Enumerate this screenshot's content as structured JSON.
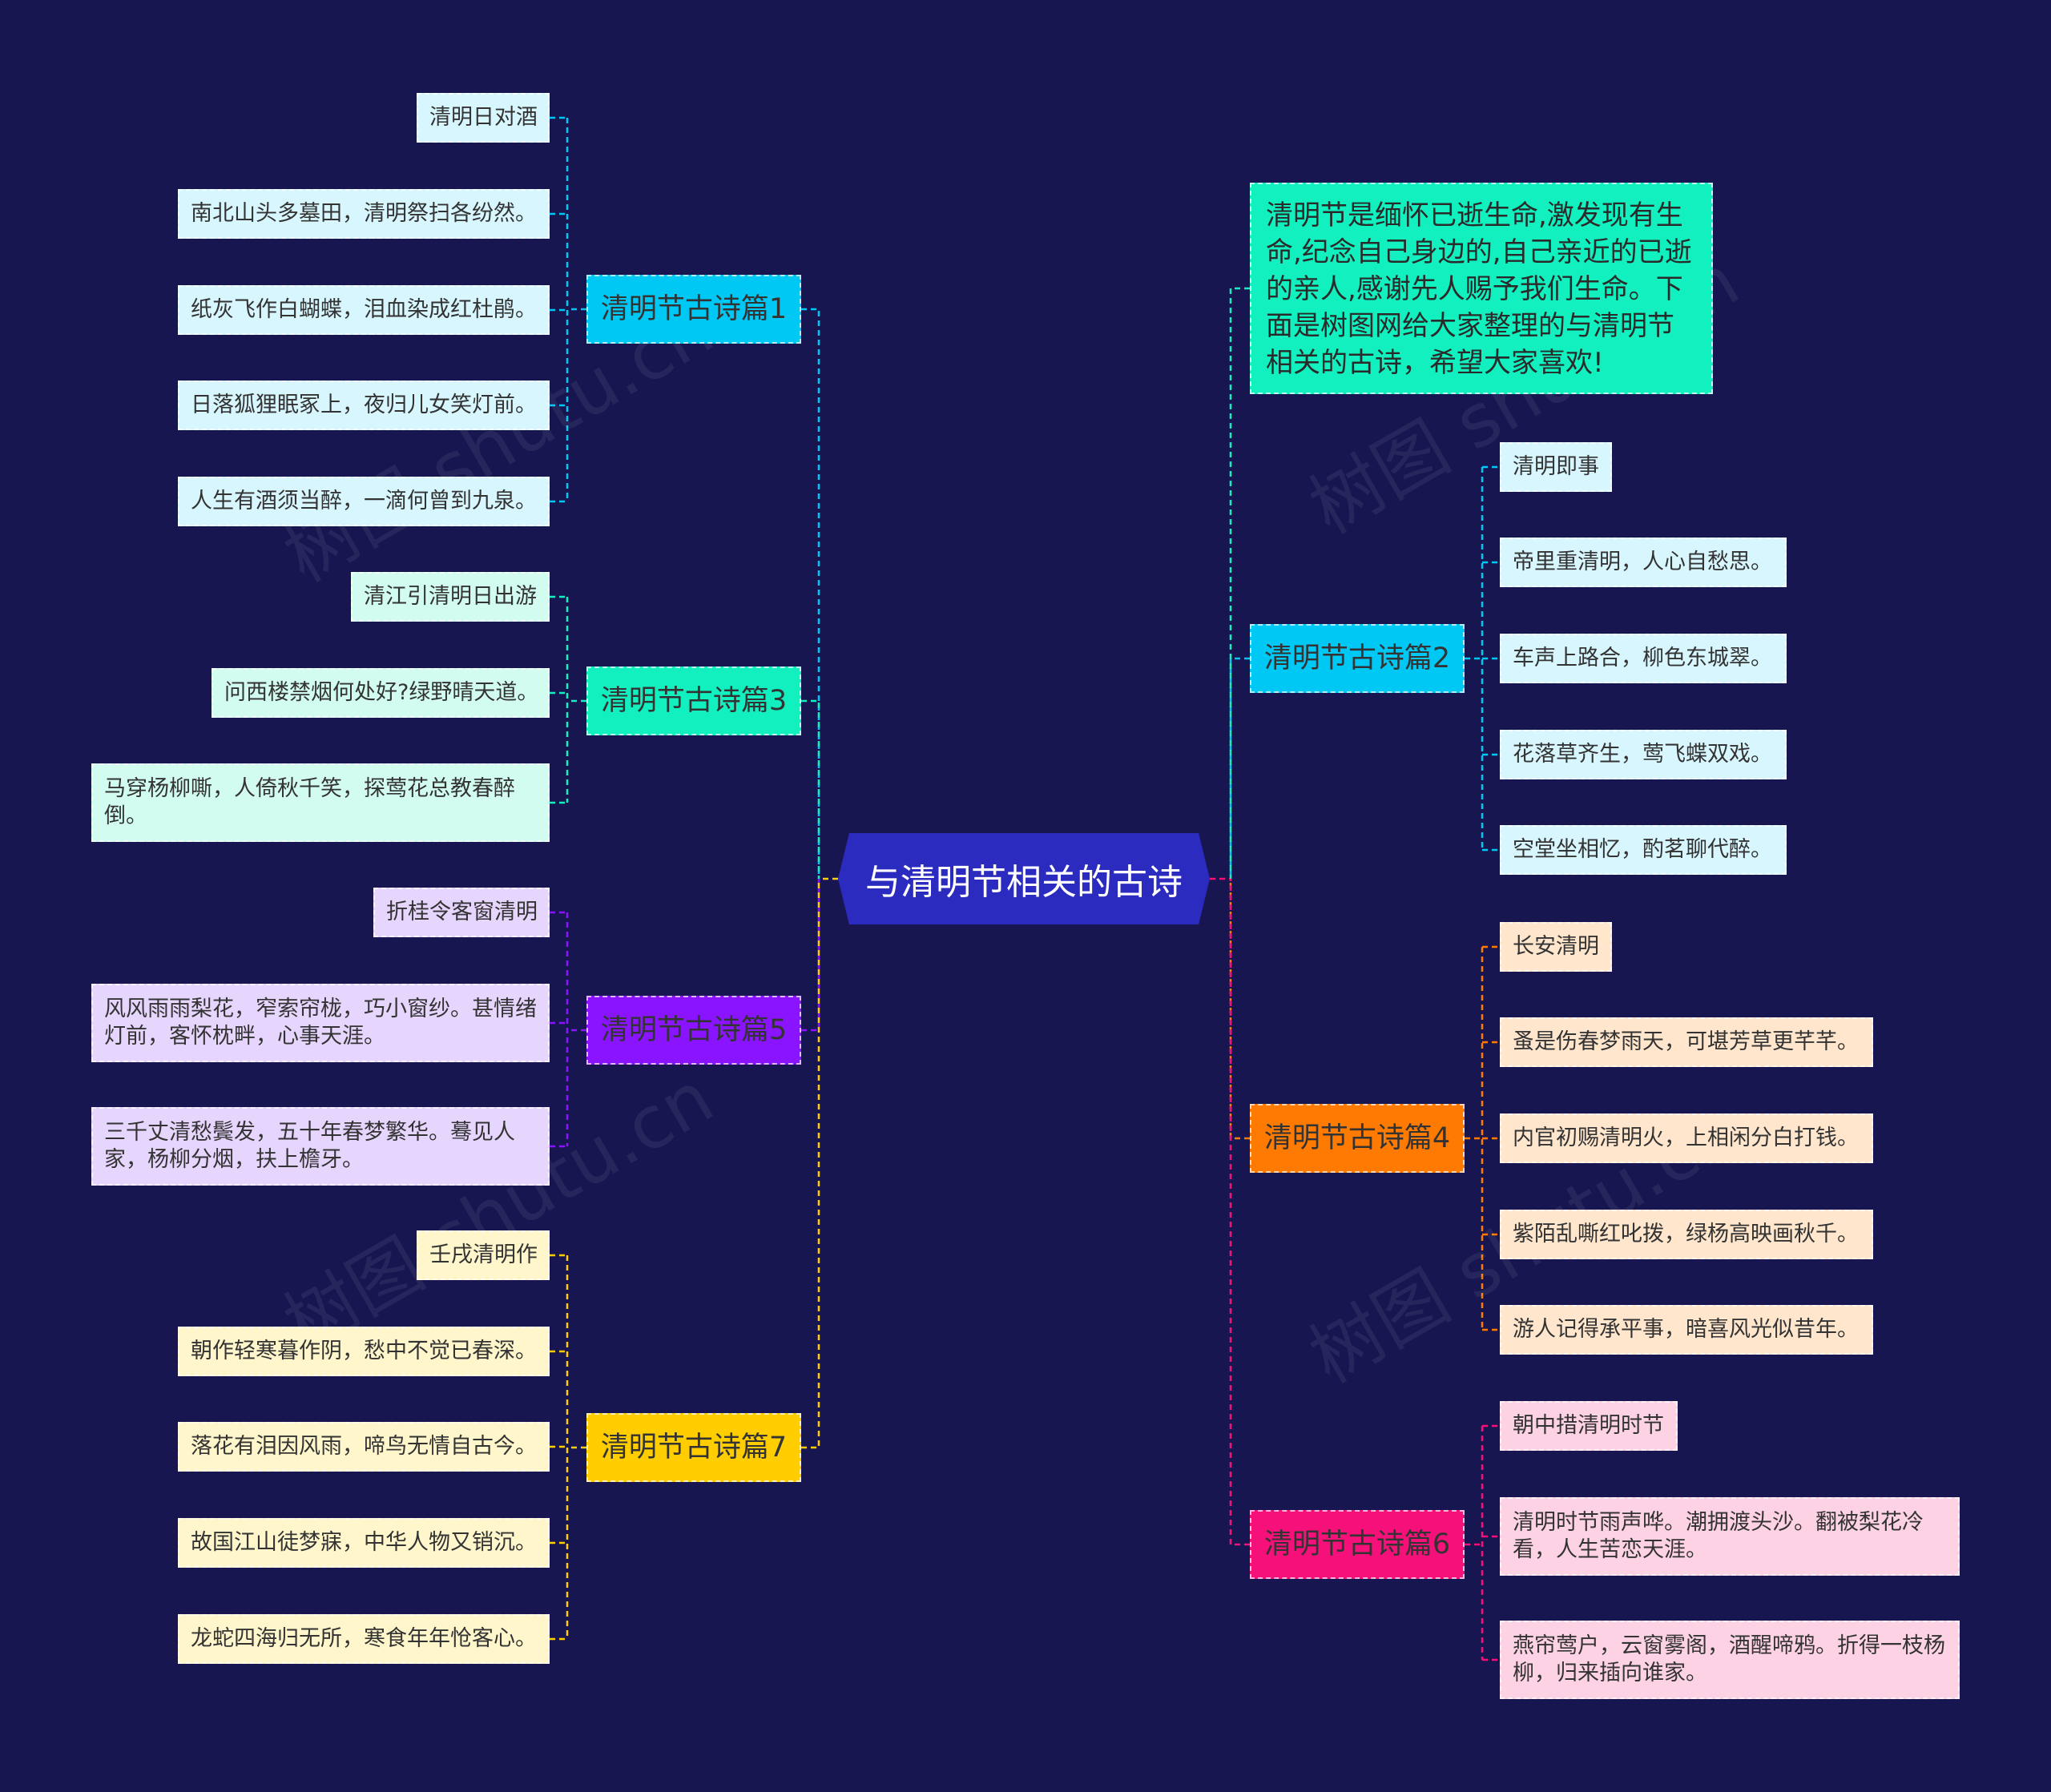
{
  "root": {
    "label": "与清明节相关的古诗",
    "color": "#2b2bc0"
  },
  "intro": {
    "text": "清明节是缅怀已逝生命,激发现有生命,纪念自己身边的,自己亲近的已逝的亲人,感谢先人赐予我们生命。下面是树图网给大家整理的与清明节相关的古诗，希望大家喜欢!",
    "color": "#12f0c0"
  },
  "watermark": "树图 shutu.cn",
  "branches": {
    "b1": {
      "label": "清明节古诗篇1",
      "color": "#00c8f4",
      "leaf_color": "#d7f6fe",
      "leaves": [
        "清明日对酒",
        "南北山头多墓田，清明祭扫各纷然。",
        "纸灰飞作白蝴蝶，泪血染成红杜鹃。",
        "日落狐狸眠冢上，夜归儿女笑灯前。",
        "人生有酒须当醉，一滴何曾到九泉。"
      ]
    },
    "b3": {
      "label": "清明节古诗篇3",
      "color": "#12f0c0",
      "leaf_color": "#d2fcf0",
      "leaves": [
        "清江引清明日出游",
        "问西楼禁烟何处好?绿野晴天道。",
        "马穿杨柳嘶，人倚秋千笑，探莺花总教春醉倒。"
      ]
    },
    "b5": {
      "label": "清明节古诗篇5",
      "color": "#8a14ff",
      "leaf_color": "#e6d5fc",
      "leaves": [
        "折桂令客窗清明",
        "风风雨雨梨花，窄索帘栊，巧小窗纱。甚情绪灯前，客怀枕畔，心事天涯。",
        "三千丈清愁鬓发，五十年春梦繁华。蓦见人家，杨柳分烟，扶上檐牙。"
      ]
    },
    "b7": {
      "label": "清明节古诗篇7",
      "color": "#ffcd00",
      "leaf_color": "#fff6cc",
      "leaves": [
        "壬戌清明作",
        "朝作轻寒暮作阴，愁中不觉已春深。",
        "落花有泪因风雨，啼鸟无情自古今。",
        "故国江山徒梦寐，中华人物又销沉。",
        "龙蛇四海归无所，寒食年年怆客心。"
      ]
    },
    "b2": {
      "label": "清明节古诗篇2",
      "color": "#00c8f4",
      "leaf_color": "#d7f6fe",
      "leaves": [
        "清明即事",
        "帝里重清明，人心自愁思。",
        "车声上路合，柳色东城翠。",
        "花落草齐生，莺飞蝶双戏。",
        "空堂坐相忆，酌茗聊代醉。"
      ]
    },
    "b4": {
      "label": "清明节古诗篇4",
      "color": "#ff7a00",
      "leaf_color": "#ffe6cc",
      "leaves": [
        "长安清明",
        "蚤是伤春梦雨天，可堪芳草更芊芊。",
        "内官初赐清明火，上相闲分白打钱。",
        "紫陌乱嘶红叱拨，绿杨高映画秋千。",
        "游人记得承平事，暗喜风光似昔年。"
      ]
    },
    "b6": {
      "label": "清明节古诗篇6",
      "color": "#f5107a",
      "leaf_color": "#fdd2e4",
      "leaves": [
        "朝中措清明时节",
        "清明时节雨声哗。潮拥渡头沙。翻被梨花冷看，人生苦恋天涯。",
        "燕帘莺户，云窗雾阁，酒醒啼鸦。折得一枝杨柳，归来插向谁家。"
      ]
    }
  }
}
